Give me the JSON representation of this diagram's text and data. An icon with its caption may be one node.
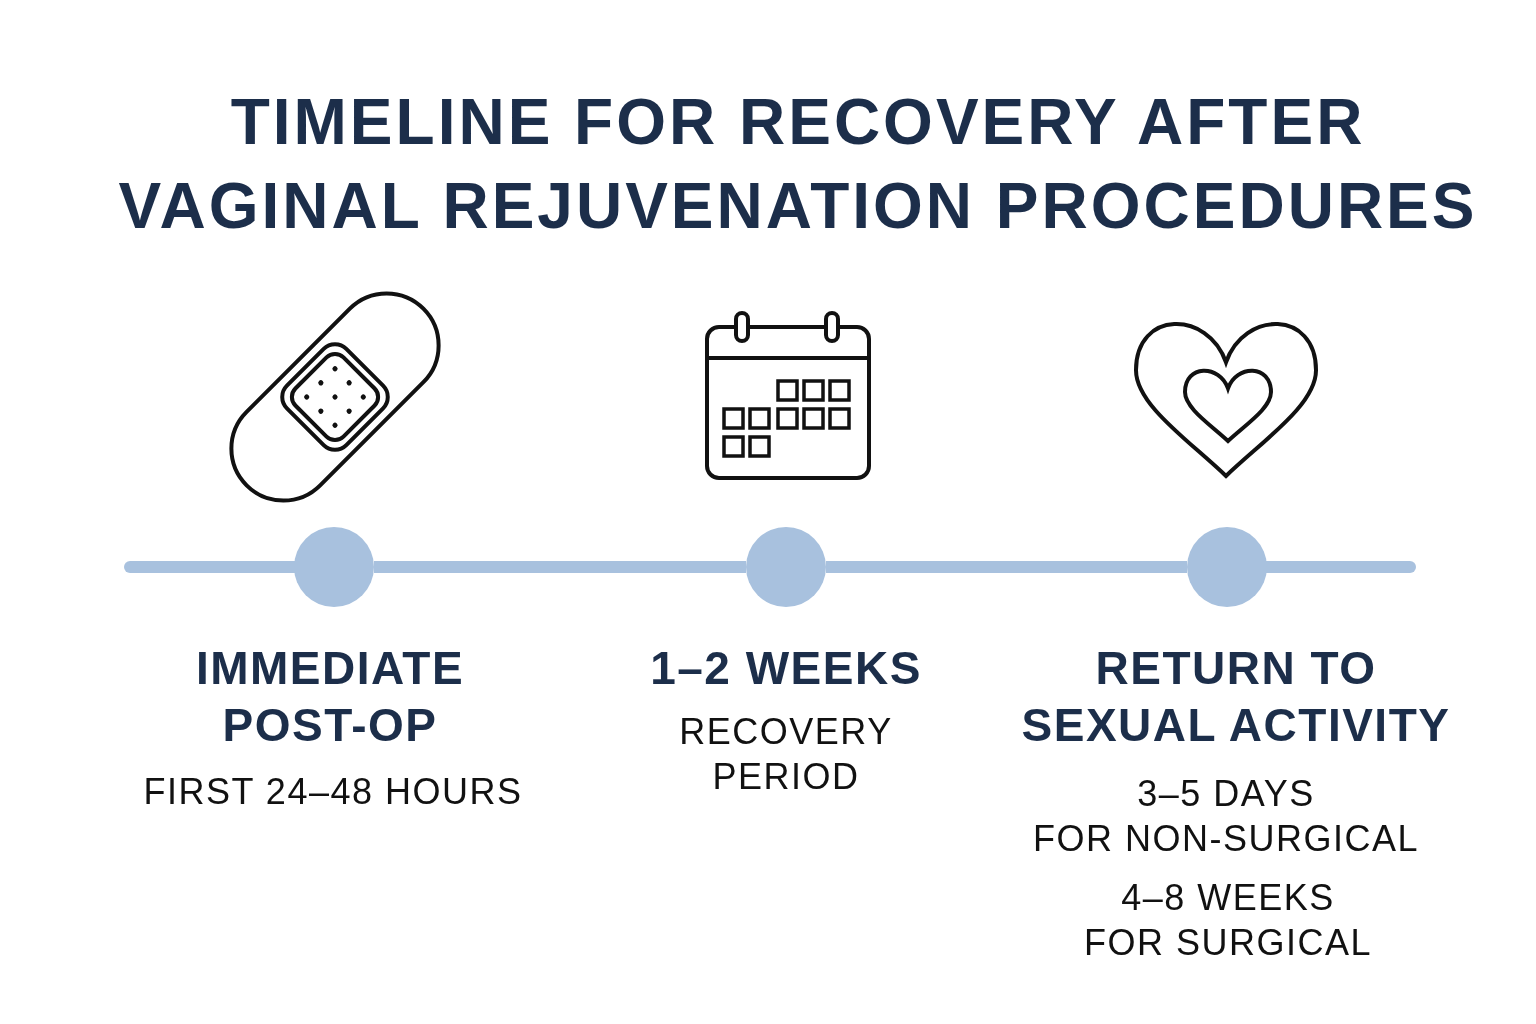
{
  "diagram": {
    "title": "TIMELINE FOR RECOVERY AFTER VAGINAL REJUVENATION PROCEDURES",
    "nodes": [
      {
        "text": [],
        "shape": "circle",
        "beside": [
          "IMMEDIATE POST-OP",
          "FIRST 24–48 HOURS"
        ]
      },
      {
        "text": [],
        "shape": "circle",
        "beside": [
          "1–2 WEEKS",
          "RECOVERY PERIOD"
        ]
      },
      {
        "text": [],
        "shape": "circle",
        "beside": [
          "RETURN TO SEXUAL ACTIVITY",
          "3–5 DAYS",
          "FOR NON-SURGICAL",
          "4–8 WEEKS",
          "FOR SURGICAL"
        ]
      }
    ],
    "edges": [
      {
        "from": 0,
        "to": 1,
        "arrow": "none"
      },
      {
        "from": 1,
        "to": 2,
        "arrow": "none"
      }
    ]
  }
}
